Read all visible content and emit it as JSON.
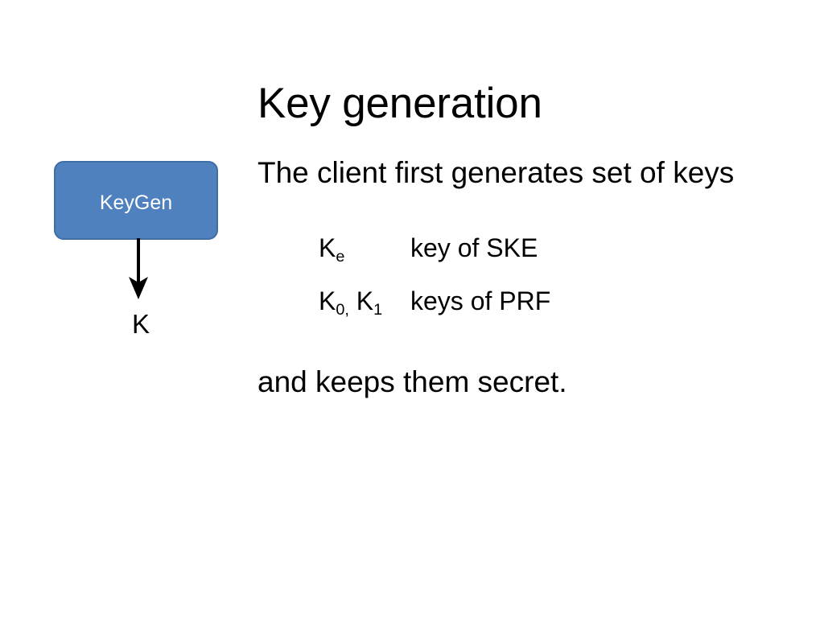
{
  "slide": {
    "title": "Key generation",
    "background_color": "#ffffff",
    "text_color": "#000000"
  },
  "diagram": {
    "box_label": "KeyGen",
    "box_fill_color": "#4E81BE",
    "box_border_color": "#3F6EA5",
    "box_text_color": "#ffffff",
    "arrow_color": "#000000",
    "arrow_direction": "down",
    "output_label": "K"
  },
  "body": {
    "intro": "The client first generates set of keys",
    "keys": [
      {
        "symbol_base": "K",
        "symbol_sub": "e",
        "symbol_tail": "",
        "description": "key of SKE"
      },
      {
        "symbol_base": "K",
        "symbol_sub": "0,",
        "symbol_tail": " K",
        "symbol_tail_sub": "1",
        "description": "keys of PRF"
      }
    ],
    "closing": "and keeps them secret."
  }
}
